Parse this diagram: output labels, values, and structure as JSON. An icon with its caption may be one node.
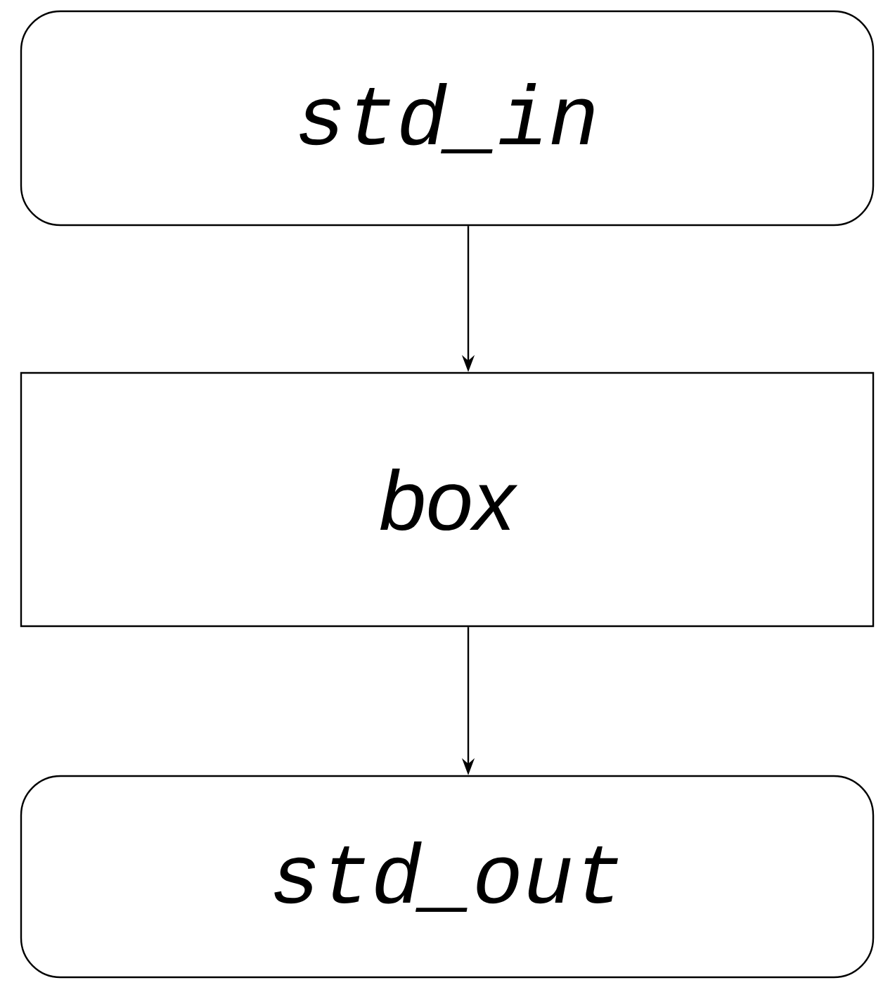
{
  "diagram": {
    "nodes": [
      {
        "text": [
          "std_in"
        ]
      },
      {
        "text": [
          "box"
        ]
      },
      {
        "text": [
          "std_out"
        ]
      }
    ],
    "edges": [
      {
        "from": 0,
        "to": 1,
        "arrow": "to"
      },
      {
        "from": 1,
        "to": 2,
        "arrow": "to"
      }
    ]
  }
}
